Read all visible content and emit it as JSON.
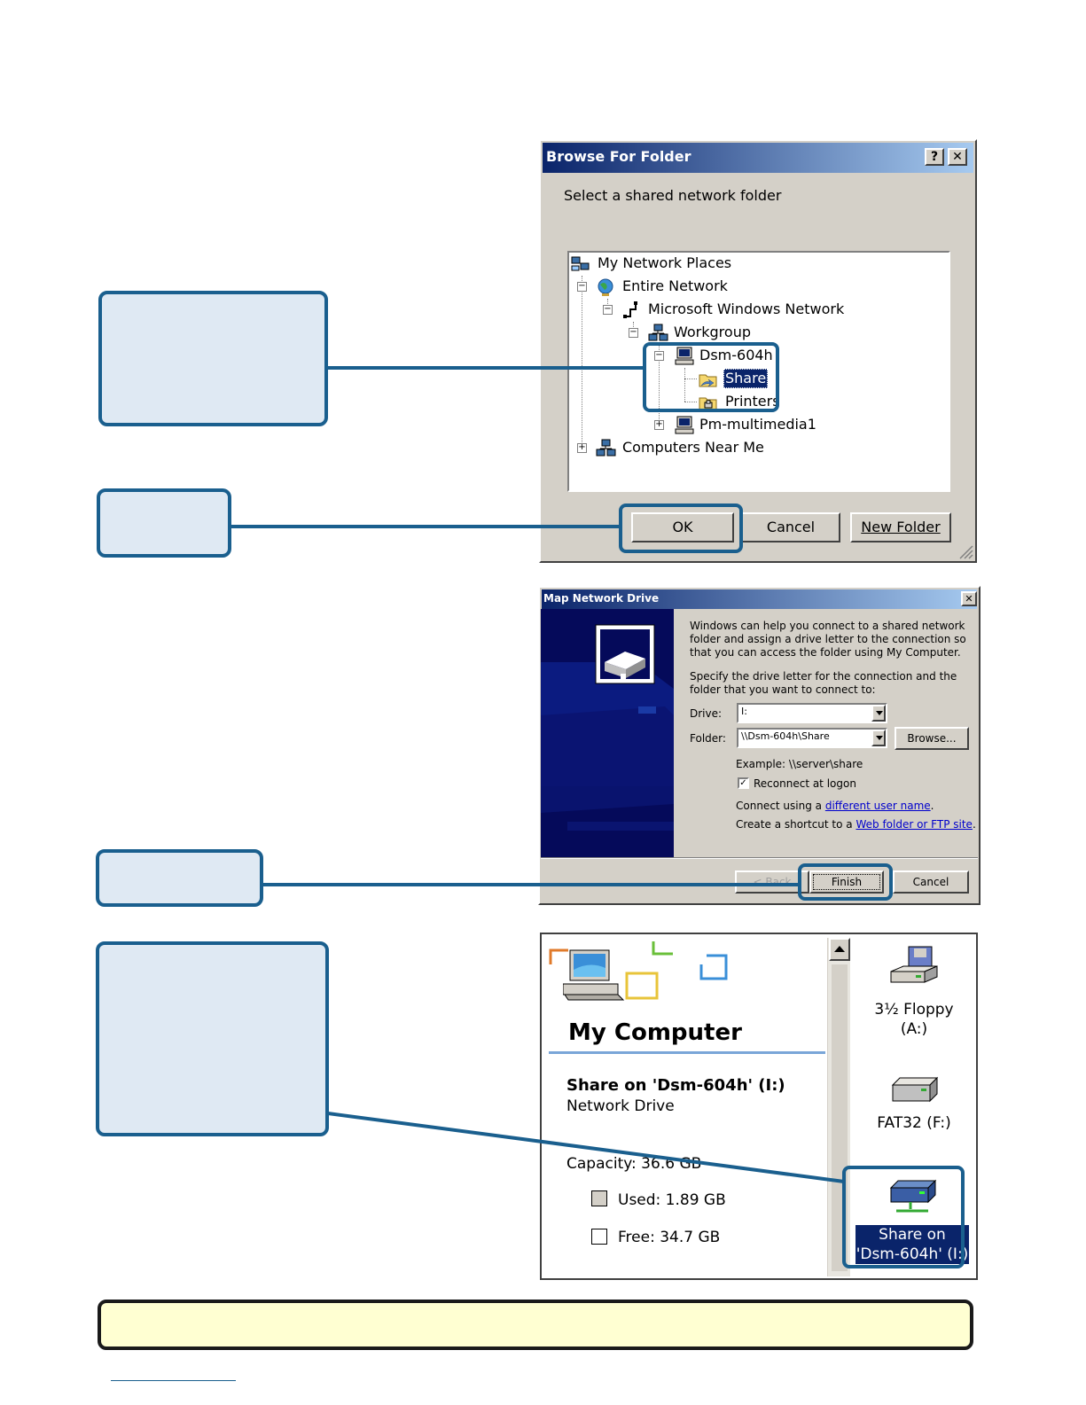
{
  "browse_dialog": {
    "title": "Browse For Folder",
    "help_btn": "?",
    "close_btn": "✕",
    "instruction": "Select a shared network folder",
    "tree": [
      {
        "label": "My Network Places"
      },
      {
        "label": "Entire Network"
      },
      {
        "label": "Microsoft Windows Network"
      },
      {
        "label": "Workgroup"
      },
      {
        "label": "Dsm-604h"
      },
      {
        "label": "Share",
        "selected": true
      },
      {
        "label": "Printers"
      },
      {
        "label": "Pm-multimedia1"
      },
      {
        "label": "Computers Near Me"
      }
    ],
    "ok_label": "OK",
    "cancel_label": "Cancel",
    "new_folder_label": "New Folder"
  },
  "map_dialog": {
    "title": "Map Network Drive",
    "close_btn": "✕",
    "intro": "Windows can help you connect to a shared network folder and assign a drive letter to the connection so that you can access the folder using My Computer.",
    "specify": "Specify the drive letter for the connection and the folder that you want to connect to:",
    "drive_label": "Drive:",
    "drive_value": "I:",
    "folder_label": "Folder:",
    "folder_value": "\\\\Dsm-604h\\Share",
    "browse_label": "Browse...",
    "example": "Example: \\\\server\\share",
    "reconnect_label": "Reconnect at logon",
    "reconnect_checked": true,
    "connect_prefix": "Connect using a",
    "connect_link": "different user name",
    "shortcut_prefix": "Create a shortcut to a",
    "shortcut_link": "Web folder or FTP site",
    "back_label": "< Back",
    "finish_label": "Finish",
    "cancel_label": "Cancel"
  },
  "my_computer": {
    "title": "My Computer",
    "drive_name": "Share on 'Dsm-604h' (I:)",
    "drive_type": "Network Drive",
    "capacity": "Capacity: 36.6 GB",
    "used": "Used: 1.89 GB",
    "free": "Free: 34.7 GB",
    "icons": [
      {
        "label1": "3½ Floppy",
        "label2": "(A:)"
      },
      {
        "label1": "FAT32 (F:)",
        "label2": ""
      },
      {
        "label1": "Share on",
        "label2": "'Dsm-604h' (I:)",
        "selected": true
      }
    ]
  },
  "colors": {
    "callout_fill": "#dfe9f3",
    "callout_border": "#1a5f8e",
    "note_fill": "#ffffd2",
    "title_bar": "#0a246a",
    "selection": "#0a246a"
  }
}
